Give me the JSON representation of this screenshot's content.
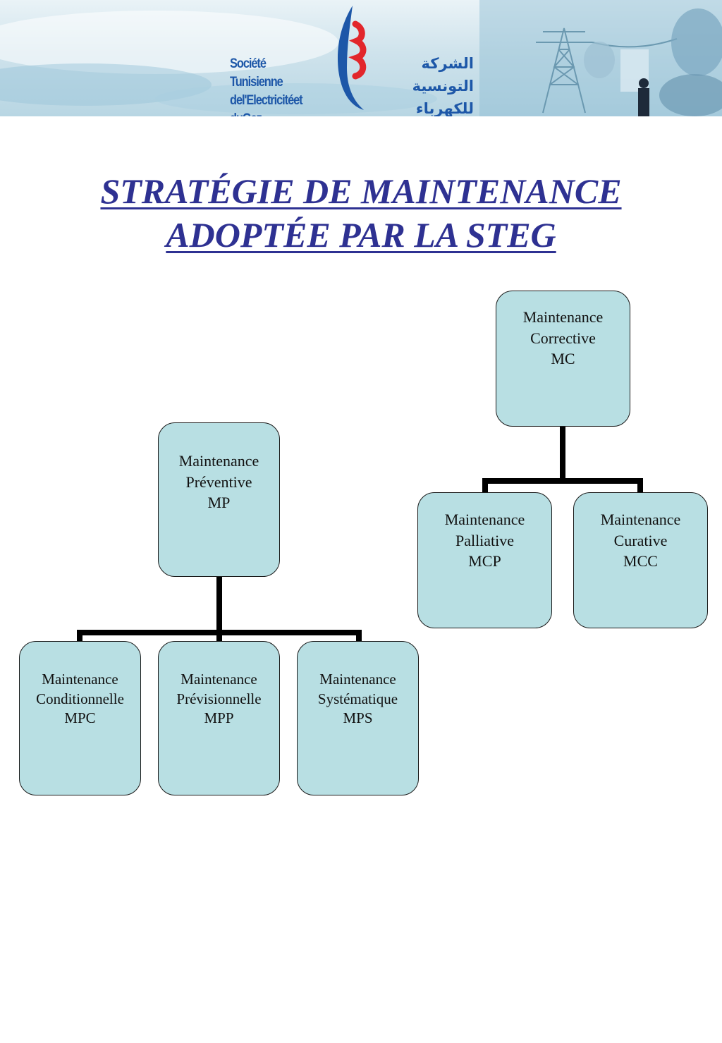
{
  "header": {
    "company_fr": [
      "Société Tunisienne",
      "del'Electricitéet duGaz"
    ],
    "company_ar": [
      "الشركة التونسية",
      "للكهرباء والغاز"
    ],
    "logo_icon": "steg-logo-icon",
    "colors": {
      "brand_blue": "#1d57a8",
      "brand_red": "#e2262b"
    }
  },
  "title": {
    "line1": "STRATÉGIE DE MAINTENANCE",
    "line2": "ADOPTÉE PAR LA STEG",
    "color": "#2e3192"
  },
  "diagram": {
    "node_color": "#b8dfe3",
    "corrective": {
      "root": [
        "Maintenance",
        "Corrective",
        "MC"
      ],
      "children": [
        [
          "Maintenance",
          "Palliative",
          "MCP"
        ],
        [
          "Maintenance",
          "Curative",
          "MCC"
        ]
      ]
    },
    "preventive": {
      "root": [
        "Maintenance",
        "Préventive",
        "MP"
      ],
      "children": [
        [
          "Maintenance",
          "Conditionnelle",
          "MPC"
        ],
        [
          "Maintenance",
          "Prévisionnelle",
          "MPP"
        ],
        [
          "Maintenance",
          "Systématique",
          "MPS"
        ]
      ]
    }
  }
}
